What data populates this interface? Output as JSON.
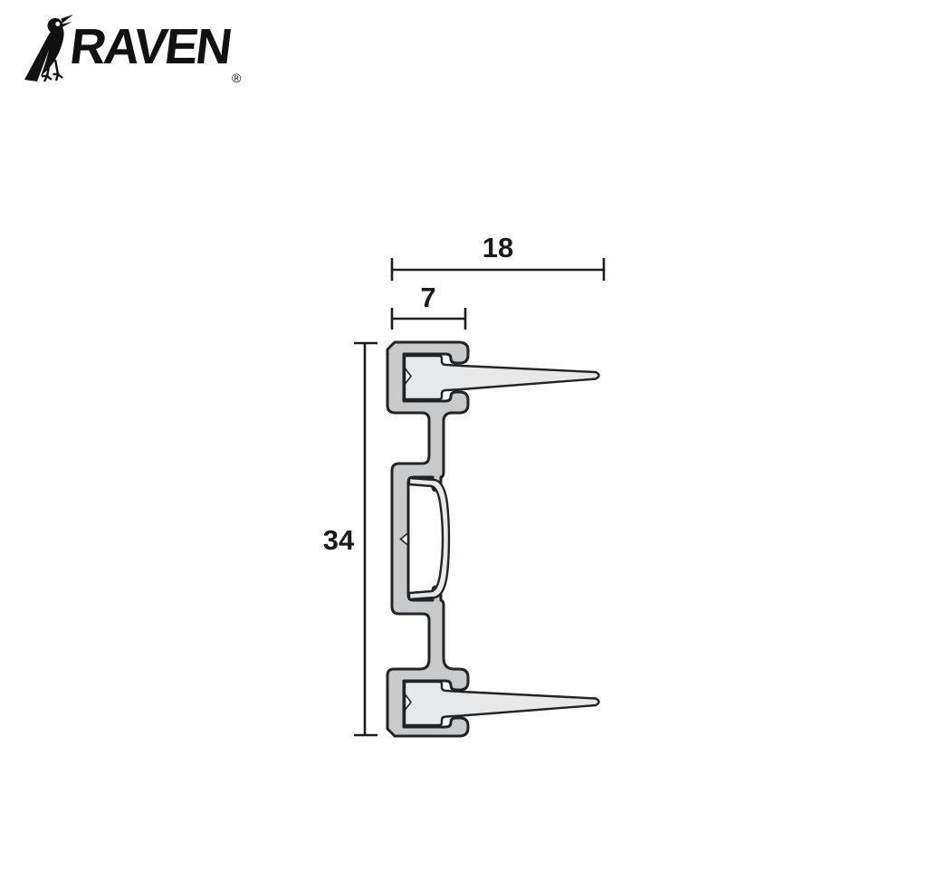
{
  "page": {
    "background_color": "#ffffff"
  },
  "logo": {
    "brand": "RAVEN",
    "registered_mark": "®",
    "icon": "raven-bird-icon",
    "color": "#111111"
  },
  "drawing": {
    "title": "door-seal extrusion cross-section",
    "dimension_labels": {
      "overall_width": "18",
      "channel_width": "7",
      "overall_height": "34"
    },
    "colors": {
      "outline": "#232323",
      "body_fill": "#c9cacc",
      "seal_fill": "#e7e8ea",
      "cavity_fill": "#ffffff",
      "dimension_color": "#1a1a1a"
    }
  }
}
